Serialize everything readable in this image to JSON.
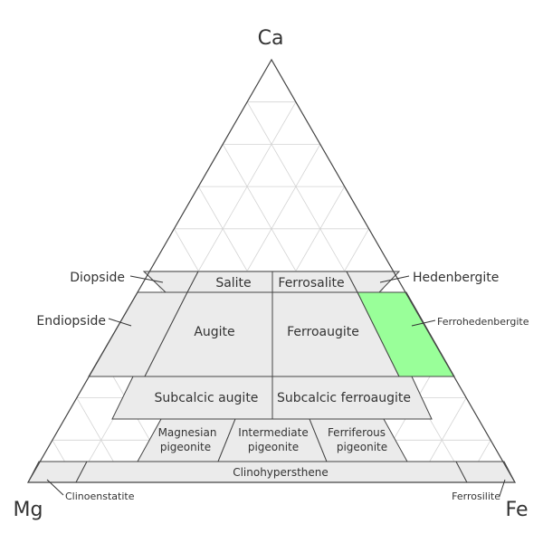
{
  "vertices": {
    "top": "Ca",
    "left": "Mg",
    "right": "Fe"
  },
  "fields": {
    "salite": "Salite",
    "ferrosalite": "Ferrosalite",
    "augite": "Augite",
    "ferroaugite": "Ferroaugite",
    "subcalcic_augite": "Subcalcic augite",
    "subcalcic_ferroaugite": "Subcalcic ferroaugite",
    "magnesian_pigeonite": [
      "Magnesian",
      "pigeonite"
    ],
    "intermediate_pigeonite": [
      "Intermediate",
      "pigeonite"
    ],
    "ferriferous_pigeonite": [
      "Ferriferous",
      "pigeonite"
    ],
    "clinohypersthene": "Clinohypersthene"
  },
  "side_labels": {
    "diopside": "Diopside",
    "endiopside": "Endiopside",
    "hedenbergite": "Hedenbergite",
    "ferrohedenbergite": "Ferrohedenbergite",
    "clinoenstatite": "Clinoenstatite",
    "ferrosilite": "Ferrosilite"
  },
  "colors": {
    "field_fill": "#ebebeb",
    "highlight_fill": "#99ff99",
    "grid": "#d3d3d3",
    "outline": "#444444",
    "text": "#333333"
  },
  "highlighted_field": "Ferrohedenbergite"
}
